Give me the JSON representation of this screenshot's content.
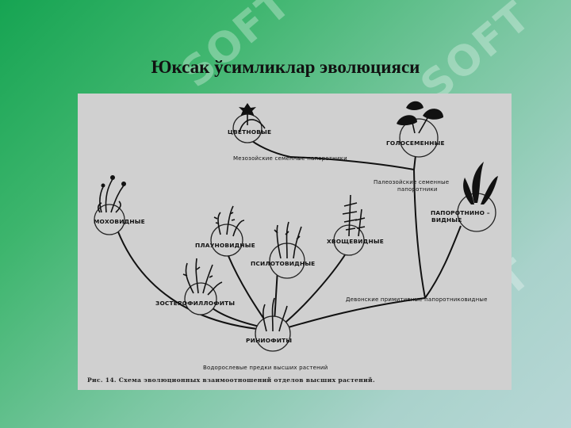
{
  "slide": {
    "title": "Юксак ўсимликлар эволюцияси",
    "watermark": "SOFT"
  },
  "diagram": {
    "nodes": {
      "flowering": "ЦВЕТНОВЫЕ",
      "gymnosperms": "ГОЛОСЕМЕННЫЕ",
      "mosses": "МОХОВИДНЫЕ",
      "ferns_line1": "ПАПОРОТНИНО –",
      "ferns_line2": "ВИДНЫЕ",
      "lycopods": "ПЛАУНОВИДНЫЕ",
      "psilotoids": "ПСИЛОТОВИДНЫЕ",
      "horsetails": "ХВОЩЕВИДНЫЕ",
      "zosterophylls": "ЗОСТЕРОФИЛЛОФИТЫ",
      "rhyniophytes": "РИНИОФИТЫ"
    },
    "edge_labels": {
      "mesozoic_seed_ferns": "Мезозойские семенные папоротники",
      "paleozoic_seed_ferns_line1": "Палеозойские семенные",
      "paleozoic_seed_ferns_line2": "папоротники",
      "devonian_primitive_ferns": "Девонские примитивные папоротниковидные",
      "algal_ancestors": "Водорослевые предки высших растений"
    },
    "caption": "Рис. 14. Схема эволюционных взаимоотношений отделов высших растений."
  }
}
